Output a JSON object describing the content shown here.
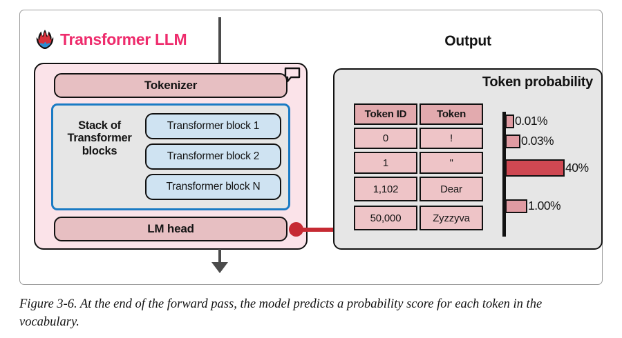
{
  "figure": {
    "brand": {
      "logo_icon": "flame-icon",
      "title": "Transformer LLM"
    },
    "llm": {
      "bubble_icon": "speech-bubble-icon",
      "tokenizer_label": "Tokenizer",
      "stack_label": "Stack of\nTransformer\nblocks",
      "blocks": [
        "Transformer block 1",
        "Transformer block 2",
        "Transformer block N"
      ],
      "lm_head_label": "LM head"
    },
    "output": {
      "title": "Output",
      "panel_title": "Token probability",
      "table": {
        "headers": [
          "Token ID",
          "Token"
        ],
        "rows": [
          [
            "0",
            "!"
          ],
          [
            "1",
            "\""
          ],
          [
            "1,102",
            "Dear"
          ],
          [
            "50,000",
            "Zyzzyva"
          ]
        ]
      }
    },
    "caption": "Figure 3-6. At the end of the forward pass, the model predicts a probability score for each token in the vocabulary."
  },
  "chart_data": {
    "type": "bar",
    "title": "Token probability",
    "orientation": "horizontal",
    "categories": [
      "!",
      "\"",
      "Dear",
      "Zyzzyva"
    ],
    "values": [
      0.01,
      0.03,
      40,
      1.0
    ],
    "value_labels": [
      "0.01%",
      "0.03%",
      "40%",
      "1.00%"
    ],
    "bar_pixel_widths": [
      13,
      22,
      86,
      32
    ],
    "highlight_index": 2,
    "xlabel": "",
    "ylabel": "",
    "grid": false,
    "legend": false,
    "colors": {
      "bar": "#e09ba2",
      "bar_highlight": "#cf4852",
      "outline": "#111111"
    }
  },
  "colors": {
    "brand_pink": "#ee2b6c",
    "llm_bg": "#fbe3e9",
    "pill_bg": "#e7bfc2",
    "block_bg": "#cfe3f2",
    "stack_border": "#1a7bc4",
    "panel_bg": "#e6e6e6",
    "connector": "#c62a33",
    "arrow": "#4b4b4b",
    "table_header_bg": "#e2aaae",
    "table_cell_bg": "#eec4c7"
  }
}
